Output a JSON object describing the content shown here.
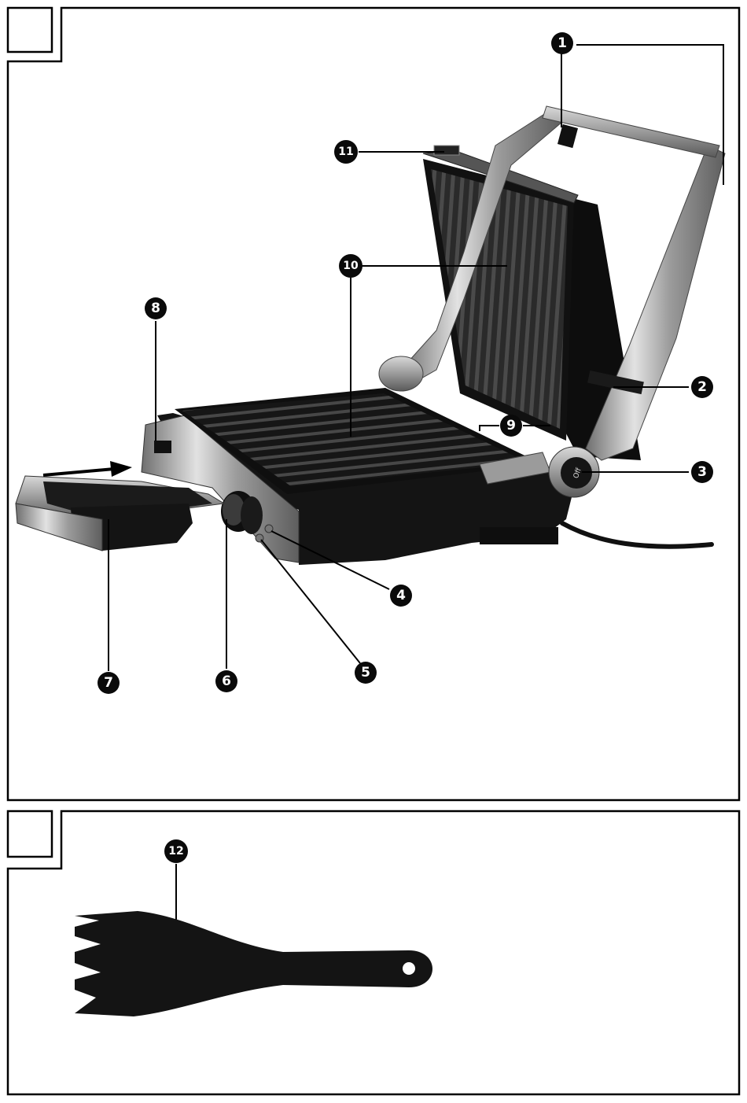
{
  "figure_a": {
    "frame_label": "",
    "callouts": [
      {
        "id": "c1",
        "label": "1"
      },
      {
        "id": "c2",
        "label": "2"
      },
      {
        "id": "c3",
        "label": "3"
      },
      {
        "id": "c4",
        "label": "4"
      },
      {
        "id": "c5",
        "label": "5"
      },
      {
        "id": "c6",
        "label": "6"
      },
      {
        "id": "c7",
        "label": "7"
      },
      {
        "id": "c8",
        "label": "8"
      },
      {
        "id": "c9",
        "label": "9"
      },
      {
        "id": "c10",
        "label": "10"
      },
      {
        "id": "c11",
        "label": "11"
      }
    ],
    "knob_text": "Off"
  },
  "figure_b": {
    "frame_label": "",
    "callouts": [
      {
        "id": "c12",
        "label": "12"
      }
    ]
  },
  "colors": {
    "line": "#000000",
    "badge": "#0a0a0a",
    "plate": "#1c1c1c",
    "steel": "#b9b9b9",
    "steel_dark": "#7a7a7a"
  }
}
